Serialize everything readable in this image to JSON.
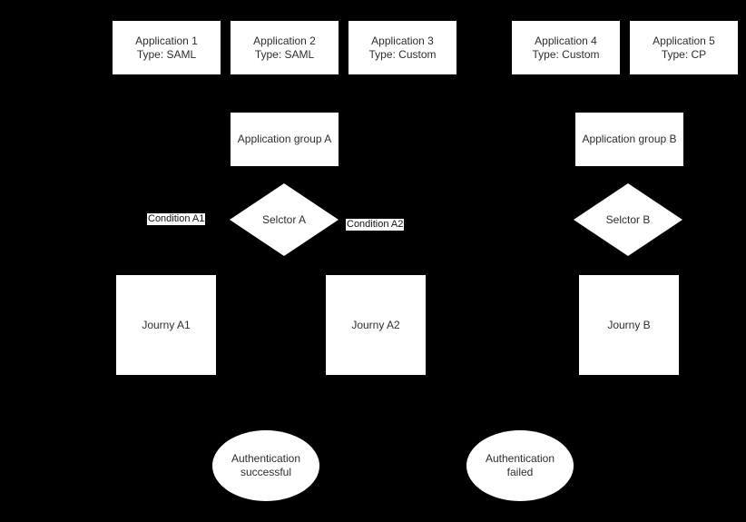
{
  "diagram": {
    "background_color": "#000000",
    "node_fill_color": "#ffffff",
    "node_text_color": "#2e2e2e"
  },
  "applications": [
    {
      "line1": "Application 1",
      "line2": "Type: SAML"
    },
    {
      "line1": "Application 2",
      "line2": "Type: SAML"
    },
    {
      "line1": "Application 3",
      "line2": "Type: Custom"
    },
    {
      "line1": "Application 4",
      "line2": "Type: Custom"
    },
    {
      "line1": "Application 5",
      "line2": "Type: CP"
    }
  ],
  "groups": [
    {
      "label": "Application group A"
    },
    {
      "label": "Application group B"
    }
  ],
  "selectors": [
    {
      "label": "Selctor A"
    },
    {
      "label": "Selctor B"
    }
  ],
  "conditions": [
    {
      "label": "Condition A1"
    },
    {
      "label": "Condition A2"
    }
  ],
  "journeys": [
    {
      "label": "Journy A1"
    },
    {
      "label": "Journy A2"
    },
    {
      "label": "Journy B"
    }
  ],
  "outcomes": [
    {
      "label": "Authentication\nsuccessful"
    },
    {
      "label": "Authentication\nfailed"
    }
  ]
}
